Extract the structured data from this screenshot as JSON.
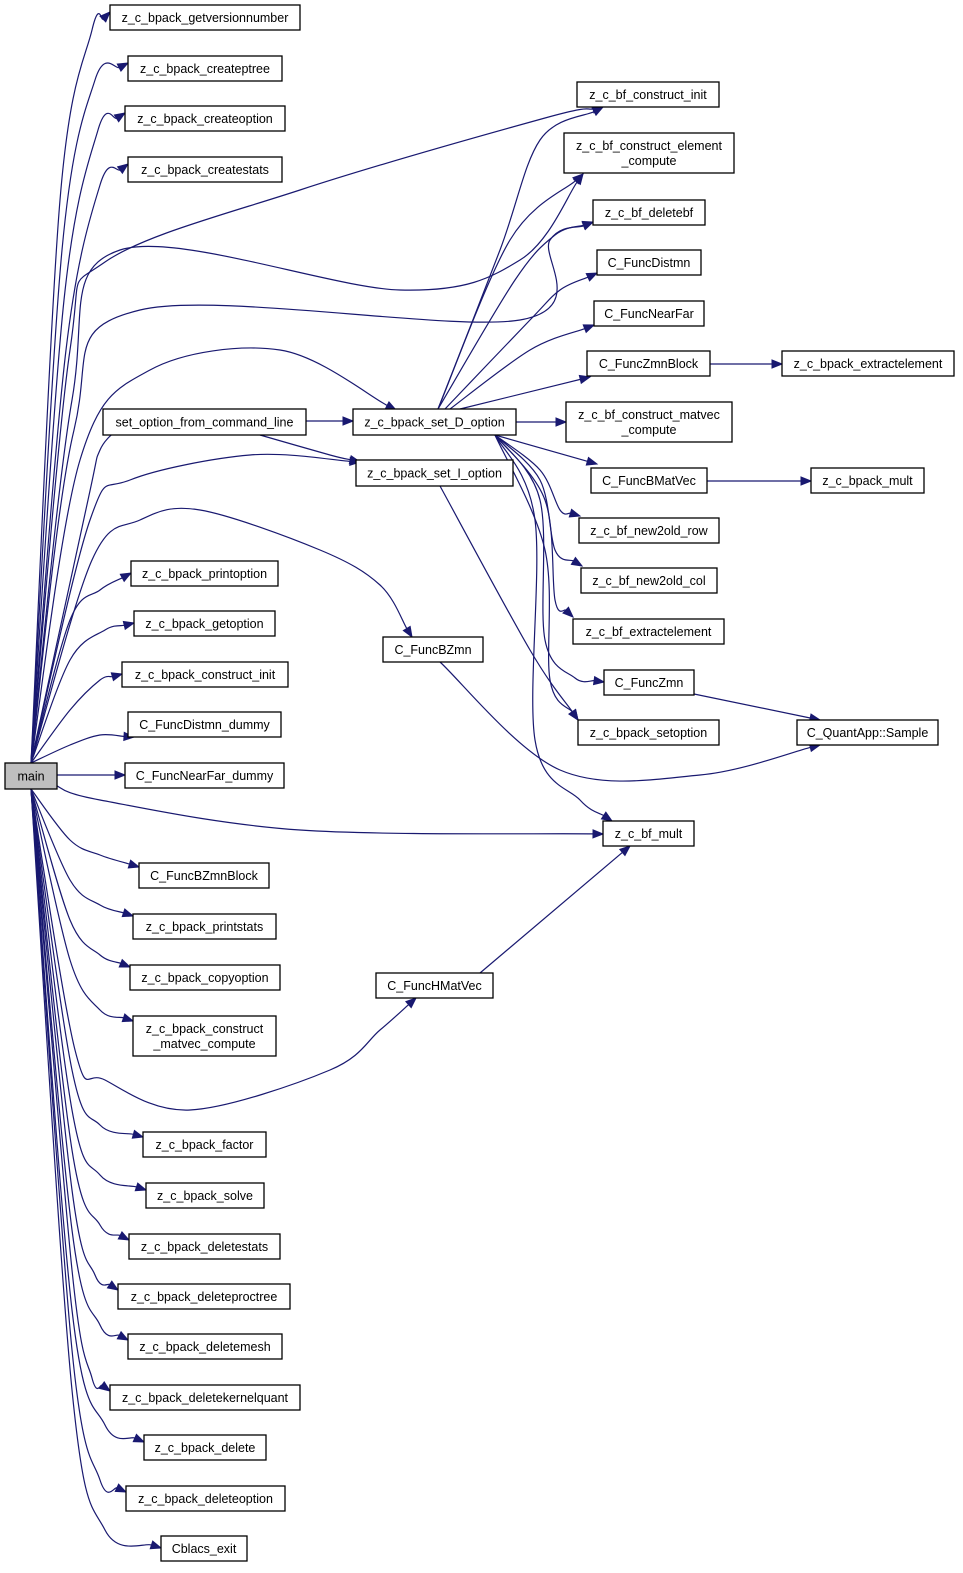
{
  "graph": {
    "root": "main",
    "nodes": [
      {
        "id": "main",
        "lines": [
          "main"
        ]
      },
      {
        "id": "getversionnumber",
        "lines": [
          "z_c_bpack_getversionnumber"
        ]
      },
      {
        "id": "createptree",
        "lines": [
          "z_c_bpack_createptree"
        ]
      },
      {
        "id": "createoption",
        "lines": [
          "z_c_bpack_createoption"
        ]
      },
      {
        "id": "createstats",
        "lines": [
          "z_c_bpack_createstats"
        ]
      },
      {
        "id": "set_option",
        "lines": [
          "set_option_from_command_line"
        ]
      },
      {
        "id": "set_D",
        "lines": [
          "z_c_bpack_set_D_option"
        ]
      },
      {
        "id": "set_I",
        "lines": [
          "z_c_bpack_set_I_option"
        ]
      },
      {
        "id": "printoption",
        "lines": [
          "z_c_bpack_printoption"
        ]
      },
      {
        "id": "getoption",
        "lines": [
          "z_c_bpack_getoption"
        ]
      },
      {
        "id": "construct_init",
        "lines": [
          "z_c_bpack_construct_init"
        ]
      },
      {
        "id": "distmn_dummy",
        "lines": [
          "C_FuncDistmn_dummy"
        ]
      },
      {
        "id": "nearfar_dummy",
        "lines": [
          "C_FuncNearFar_dummy"
        ]
      },
      {
        "id": "bzmnblock",
        "lines": [
          "C_FuncBZmnBlock"
        ]
      },
      {
        "id": "printstats",
        "lines": [
          "z_c_bpack_printstats"
        ]
      },
      {
        "id": "copyoption",
        "lines": [
          "z_c_bpack_copyoption"
        ]
      },
      {
        "id": "construct_matvec",
        "lines": [
          "z_c_bpack_construct",
          "_matvec_compute"
        ]
      },
      {
        "id": "factor",
        "lines": [
          "z_c_bpack_factor"
        ]
      },
      {
        "id": "solve",
        "lines": [
          "z_c_bpack_solve"
        ]
      },
      {
        "id": "deletestats",
        "lines": [
          "z_c_bpack_deletestats"
        ]
      },
      {
        "id": "deleteproctree",
        "lines": [
          "z_c_bpack_deleteproctree"
        ]
      },
      {
        "id": "deletemesh",
        "lines": [
          "z_c_bpack_deletemesh"
        ]
      },
      {
        "id": "deletekernelquant",
        "lines": [
          "z_c_bpack_deletekernelquant"
        ]
      },
      {
        "id": "bpack_delete",
        "lines": [
          "z_c_bpack_delete"
        ]
      },
      {
        "id": "deleteoption",
        "lines": [
          "z_c_bpack_deleteoption"
        ]
      },
      {
        "id": "cblacs_exit",
        "lines": [
          "Cblacs_exit"
        ]
      },
      {
        "id": "funcbzmn",
        "lines": [
          "C_FuncBZmn"
        ]
      },
      {
        "id": "funchmatvec",
        "lines": [
          "C_FuncHMatVec"
        ]
      },
      {
        "id": "bf_construct_init",
        "lines": [
          "z_c_bf_construct_init"
        ]
      },
      {
        "id": "bf_construct_element",
        "lines": [
          "z_c_bf_construct_element",
          "_compute"
        ]
      },
      {
        "id": "bf_deletebf",
        "lines": [
          "z_c_bf_deletebf"
        ]
      },
      {
        "id": "funcdistmn",
        "lines": [
          "C_FuncDistmn"
        ]
      },
      {
        "id": "funcnearfar",
        "lines": [
          "C_FuncNearFar"
        ]
      },
      {
        "id": "funczmnblock",
        "lines": [
          "C_FuncZmnBlock"
        ]
      },
      {
        "id": "bf_construct_matvec",
        "lines": [
          "z_c_bf_construct_matvec",
          "_compute"
        ]
      },
      {
        "id": "funcbmatvec",
        "lines": [
          "C_FuncBMatVec"
        ]
      },
      {
        "id": "bf_new2old_row",
        "lines": [
          "z_c_bf_new2old_row"
        ]
      },
      {
        "id": "bf_new2old_col",
        "lines": [
          "z_c_bf_new2old_col"
        ]
      },
      {
        "id": "bf_extractelement",
        "lines": [
          "z_c_bf_extractelement"
        ]
      },
      {
        "id": "funczmn",
        "lines": [
          "C_FuncZmn"
        ]
      },
      {
        "id": "bpack_setoption",
        "lines": [
          "z_c_bpack_setoption"
        ]
      },
      {
        "id": "bf_mult",
        "lines": [
          "z_c_bf_mult"
        ]
      },
      {
        "id": "bpack_extractelement",
        "lines": [
          "z_c_bpack_extractelement"
        ]
      },
      {
        "id": "bpack_mult",
        "lines": [
          "z_c_bpack_mult"
        ]
      },
      {
        "id": "quantapp_sample",
        "lines": [
          "C_QuantApp::Sample"
        ]
      }
    ],
    "edges": [
      [
        "main",
        "getversionnumber"
      ],
      [
        "main",
        "createptree"
      ],
      [
        "main",
        "createoption"
      ],
      [
        "main",
        "createstats"
      ],
      [
        "main",
        "bf_construct_init"
      ],
      [
        "main",
        "bf_construct_element"
      ],
      [
        "main",
        "bf_deletebf"
      ],
      [
        "main",
        "set_D"
      ],
      [
        "main",
        "set_option"
      ],
      [
        "main",
        "set_I"
      ],
      [
        "main",
        "funcbzmn"
      ],
      [
        "main",
        "printoption"
      ],
      [
        "main",
        "getoption"
      ],
      [
        "main",
        "construct_init"
      ],
      [
        "main",
        "distmn_dummy"
      ],
      [
        "main",
        "nearfar_dummy"
      ],
      [
        "main",
        "bf_mult"
      ],
      [
        "main",
        "bzmnblock"
      ],
      [
        "main",
        "printstats"
      ],
      [
        "main",
        "copyoption"
      ],
      [
        "main",
        "construct_matvec"
      ],
      [
        "main",
        "funchmatvec"
      ],
      [
        "main",
        "factor"
      ],
      [
        "main",
        "solve"
      ],
      [
        "main",
        "deletestats"
      ],
      [
        "main",
        "deleteproctree"
      ],
      [
        "main",
        "deletemesh"
      ],
      [
        "main",
        "deletekernelquant"
      ],
      [
        "main",
        "bpack_delete"
      ],
      [
        "main",
        "deleteoption"
      ],
      [
        "main",
        "cblacs_exit"
      ],
      [
        "set_option",
        "set_D"
      ],
      [
        "set_option",
        "set_I"
      ],
      [
        "set_D",
        "bf_construct_init"
      ],
      [
        "set_D",
        "bf_construct_element"
      ],
      [
        "set_D",
        "bf_deletebf"
      ],
      [
        "set_D",
        "funcdistmn"
      ],
      [
        "set_D",
        "funcnearfar"
      ],
      [
        "set_D",
        "funczmnblock"
      ],
      [
        "set_D",
        "bf_construct_matvec"
      ],
      [
        "set_D",
        "funcbmatvec"
      ],
      [
        "set_D",
        "bf_new2old_row"
      ],
      [
        "set_D",
        "bf_new2old_col"
      ],
      [
        "set_D",
        "bf_extractelement"
      ],
      [
        "set_D",
        "funczmn"
      ],
      [
        "set_D",
        "bpack_setoption"
      ],
      [
        "set_D",
        "bf_mult"
      ],
      [
        "set_I",
        "bpack_setoption"
      ],
      [
        "funczmnblock",
        "bpack_extractelement"
      ],
      [
        "funcbmatvec",
        "bpack_mult"
      ],
      [
        "funczmn",
        "quantapp_sample"
      ],
      [
        "funcbzmn",
        "quantapp_sample"
      ],
      [
        "funchmatvec",
        "bf_mult"
      ]
    ]
  }
}
